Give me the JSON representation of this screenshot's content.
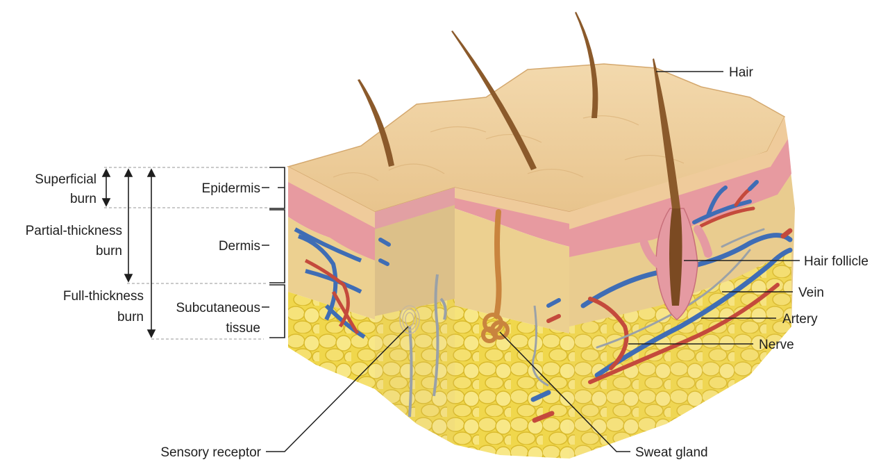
{
  "burn_labels": {
    "superficial_line1": "Superficial",
    "superficial_line2": "burn",
    "partial_line1": "Partial-thickness",
    "partial_line2": "burn",
    "full_line1": "Full-thickness",
    "full_line2": "burn"
  },
  "layer_labels": {
    "epidermis": "Epidermis",
    "dermis": "Dermis",
    "subcutaneous_line1": "Subcutaneous",
    "subcutaneous_line2": "tissue"
  },
  "structure_labels": {
    "hair": "Hair",
    "hair_follicle": "Hair follicle",
    "vein": "Vein",
    "artery": "Artery",
    "nerve": "Nerve",
    "sensory_receptor": "Sensory receptor",
    "sweat_gland": "Sweat gland"
  },
  "colors": {
    "epidermis_top": "#efcf9f",
    "epidermis_pink": "#e79aa0",
    "dermis": "#e8cd8e",
    "fat": "#efd84a",
    "vein": "#3f6db5",
    "artery": "#c44a3c",
    "nerve": "#9aa1a8",
    "hair": "#8b5a2b"
  }
}
